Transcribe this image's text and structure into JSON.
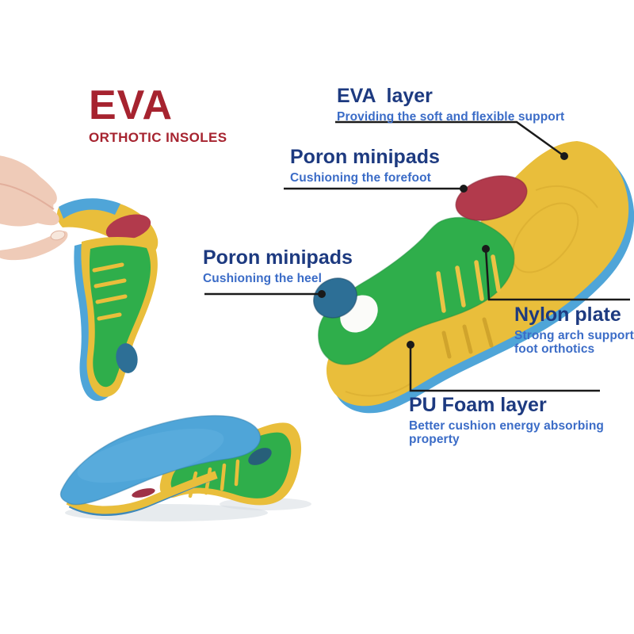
{
  "brand": {
    "title": "EVA",
    "subtitle": "ORTHOTIC INSOLES"
  },
  "annotations": {
    "eva_layer": {
      "title": "EVA  layer",
      "desc": "Providing the soft and flexible support"
    },
    "poron_forefoot": {
      "title": "Poron minipads",
      "desc": "Cushioning the forefoot"
    },
    "poron_heel": {
      "title": "Poron minipads",
      "desc": "Cushioning the heel"
    },
    "nylon_plate": {
      "title": "Nylon plate",
      "desc": "Strong arch support& foot orthotics"
    },
    "pu_foam": {
      "title": "PU Foam layer",
      "desc": "Better cushion energy absorbing property"
    }
  },
  "colors": {
    "brand_red": "#a6232f",
    "title_navy": "#1d3a80",
    "desc_blue": "#3b6cc7",
    "leader_black": "#1a1a1a",
    "eva_yellow": "#e9be3b",
    "eva_yellow_dark": "#d0a42c",
    "top_green": "#2fae4b",
    "base_blue": "#4fa5d8",
    "heel_pad_blue": "#2d6f96",
    "minipad_red": "#b23a4c",
    "skin": "#efcbb8"
  }
}
